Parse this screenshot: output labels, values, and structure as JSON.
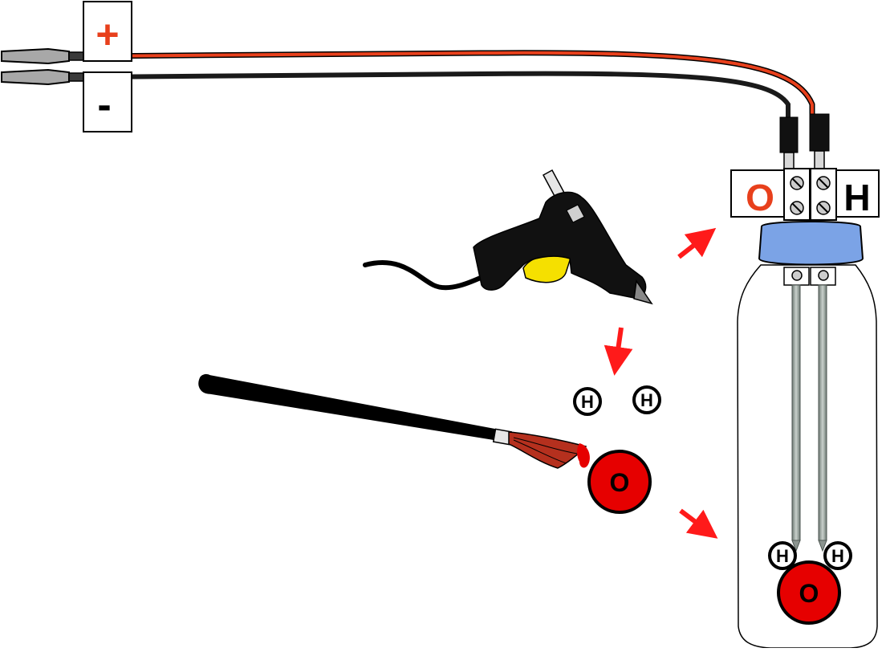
{
  "terminals": {
    "positive_label": "+",
    "negative_label": "-"
  },
  "electrode_labels": {
    "oxygen": "O",
    "hydrogen": "H"
  },
  "atoms": {
    "free_hydrogen_left": "H",
    "free_hydrogen_right": "H",
    "free_oxygen": "O",
    "molecule_hydrogen_left": "H",
    "molecule_hydrogen_right": "H",
    "molecule_oxygen": "O"
  },
  "colors": {
    "positive_wire": "#e8401c",
    "negative_wire": "#1a1a1a",
    "positive_text": "#e8401c",
    "oxygen_fill": "#e60000",
    "bottle_cap": "#7ba3e6",
    "glue_yellow": "#f5e000",
    "brush_handle": "#000000",
    "brush_bristles": "#b5301e",
    "arrow_red": "#ff1a1a"
  },
  "icons": [
    "alligator-clip-icon",
    "hot-glue-gun-icon",
    "paint-brush-icon",
    "arrow-icon",
    "screw-terminal-icon"
  ]
}
